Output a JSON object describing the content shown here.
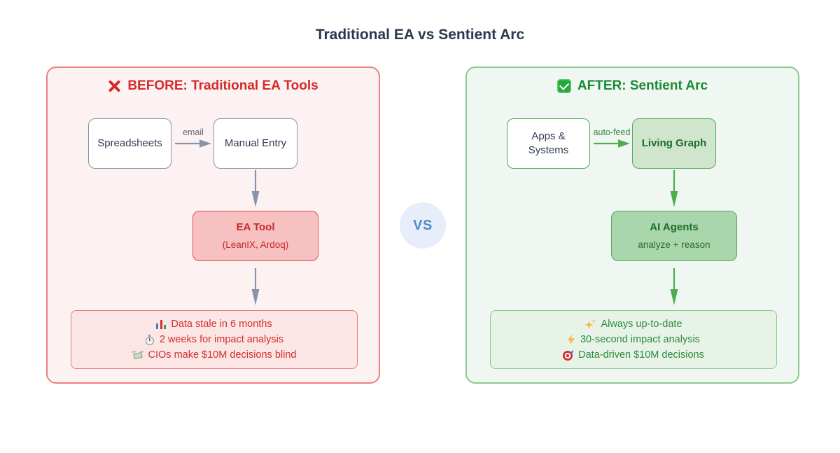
{
  "title": "Traditional EA vs Sentient Arc",
  "vs_badge": "VS",
  "before": {
    "header": {
      "icon": "cross-mark",
      "label": "BEFORE: Traditional EA Tools"
    },
    "nodes": {
      "spreadsheets": "Spreadsheets",
      "manual_entry": "Manual Entry",
      "ea_tool": {
        "title": "EA Tool",
        "subtitle": "(LeanIX, Ardoq)"
      }
    },
    "edge_label": "email",
    "outcomes": [
      {
        "icon": "bar-chart",
        "text": "Data stale in 6 months"
      },
      {
        "icon": "stopwatch",
        "text": "2 weeks for impact analysis"
      },
      {
        "icon": "money-with-wings",
        "text": "CIOs make $10M decisions blind"
      }
    ]
  },
  "after": {
    "header": {
      "icon": "check-mark",
      "label": "AFTER: Sentient Arc"
    },
    "nodes": {
      "apps_systems": "Apps & Systems",
      "living_graph": "Living Graph",
      "ai_agents": {
        "title": "AI Agents",
        "subtitle": "analyze + reason"
      }
    },
    "edge_label": "auto-feed",
    "outcomes": [
      {
        "icon": "sparkles",
        "text": "Always up-to-date"
      },
      {
        "icon": "lightning",
        "text": "30-second impact analysis"
      },
      {
        "icon": "target",
        "text": "Data-driven $10M decisions"
      }
    ]
  },
  "colors": {
    "before_accent": "#d42a2a",
    "before_panel_border": "#ec8080",
    "before_panel_bg": "#fdf2f2",
    "after_accent": "#188a34",
    "after_panel_border": "#8bc98e",
    "after_panel_bg": "#f0f7f2",
    "node_text": "#2f3b52",
    "gray_arrow": "#8794a8",
    "green_arrow": "#4cae4f",
    "vs_text": "#4e8ac8",
    "vs_bg": "#e7eef9"
  }
}
